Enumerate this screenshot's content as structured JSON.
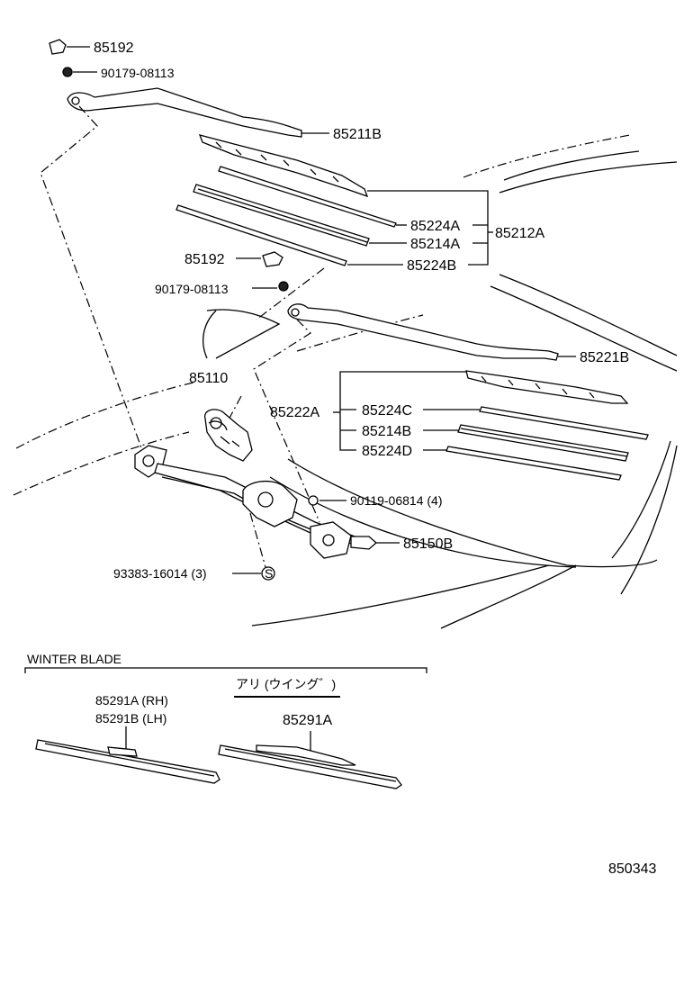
{
  "labels": {
    "p85192_top": "85192",
    "p90179_top": "90179-08113",
    "p85211B": "85211B",
    "p85224A": "85224A",
    "p85214A": "85214A",
    "p85224B": "85224B",
    "p85212A": "85212A",
    "p85192_mid": "85192",
    "p90179_mid": "90179-08113",
    "p85221B": "85221B",
    "p85110": "85110",
    "p85222A": "85222A",
    "p85224C": "85224C",
    "p85214B": "85214B",
    "p85224D": "85224D",
    "p90119": "90119-06814 (4)",
    "p85150B": "85150B",
    "p93383": "93383-16014 (3)",
    "s_mark": "S"
  },
  "winter": {
    "header": "WINTER BLADE",
    "rh": "85291A (RH)",
    "lh": "85291B (LH)",
    "wing_title": "アリ (ウイング゛)",
    "wing_part": "85291A"
  },
  "figure_id": "850343"
}
